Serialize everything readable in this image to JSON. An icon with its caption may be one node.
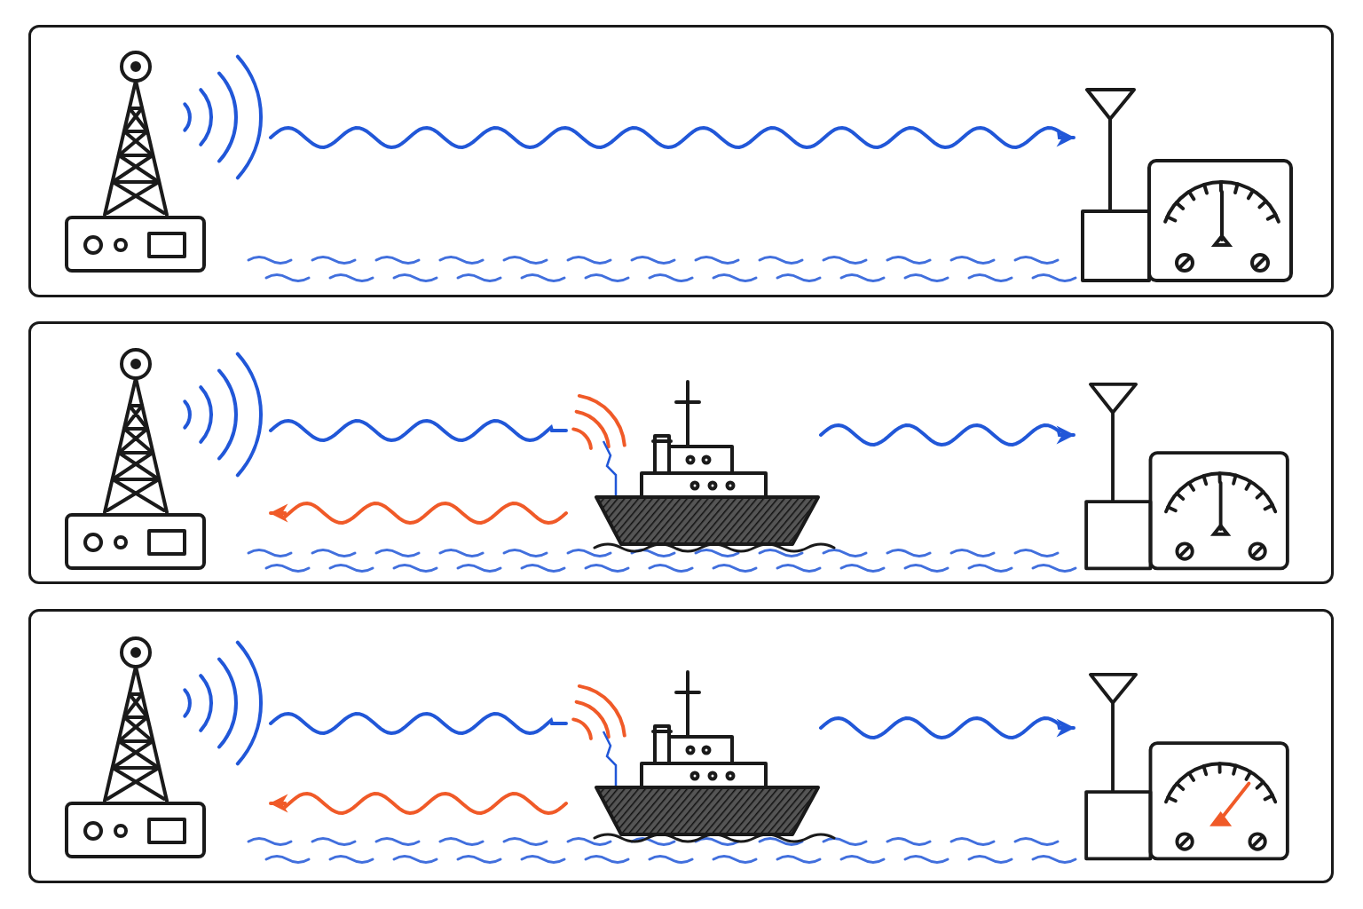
{
  "diagram": {
    "nodes": [
      {
        "text": [],
        "shape": "box"
      },
      {
        "text": [],
        "shape": "picture",
        "in": 0
      },
      {
        "text": [],
        "shape": "picture",
        "in": 0
      },
      {
        "text": [],
        "shape": "box"
      },
      {
        "text": [],
        "shape": "picture",
        "in": 3
      },
      {
        "text": [],
        "shape": "picture",
        "in": 3
      },
      {
        "text": [],
        "shape": "picture",
        "in": 3
      },
      {
        "text": [],
        "shape": "box"
      },
      {
        "text": [],
        "shape": "picture",
        "in": 7
      },
      {
        "text": [],
        "shape": "picture",
        "in": 7
      },
      {
        "text": [],
        "shape": "picture",
        "in": 7
      }
    ],
    "edges": [
      {
        "from": 1,
        "to": 2,
        "arrow": "to"
      },
      {
        "from": 4,
        "to": 5,
        "arrow": "none"
      },
      {
        "from": 5,
        "to": 6,
        "arrow": "to"
      },
      {
        "from": 5,
        "to": 4,
        "arrow": "to",
        "color": "#f05a28"
      },
      {
        "from": 8,
        "to": 9,
        "arrow": "none"
      },
      {
        "from": 9,
        "to": 10,
        "arrow": "to"
      },
      {
        "from": 9,
        "to": 8,
        "arrow": "to",
        "color": "#f05a28"
      }
    ]
  }
}
